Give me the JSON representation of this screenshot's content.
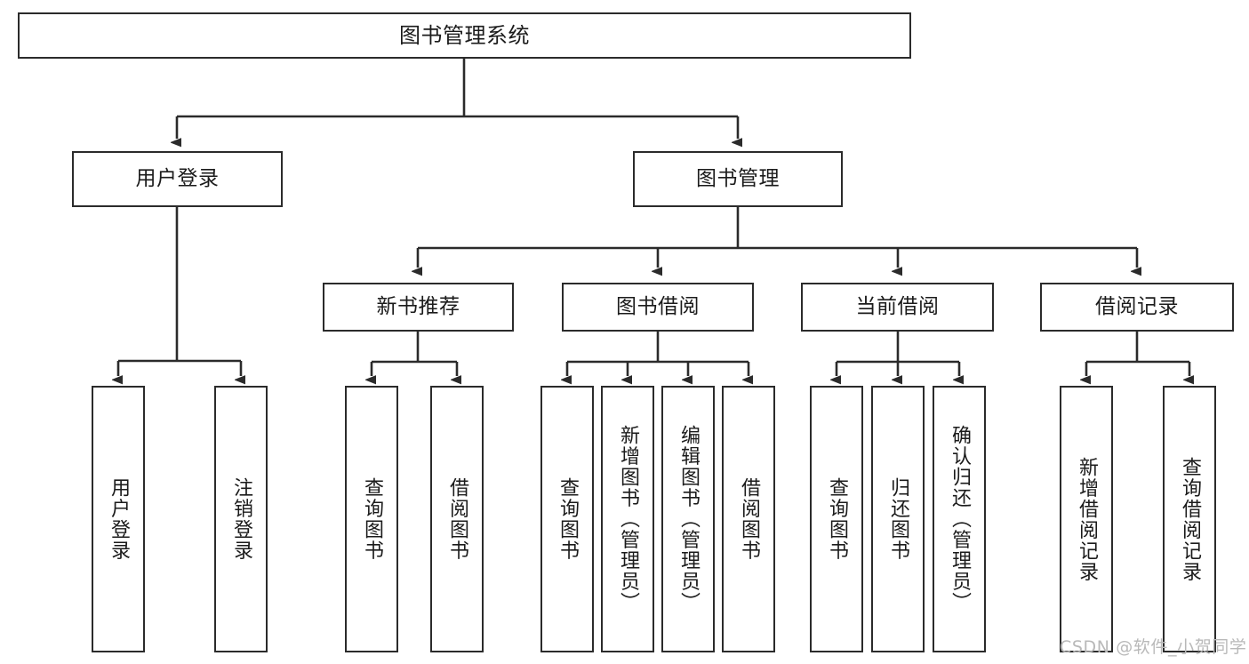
{
  "diagram": {
    "type": "tree",
    "title": "图书管理系统",
    "root": {
      "label": "图书管理系统"
    },
    "level2": [
      {
        "label": "用户登录"
      },
      {
        "label": "图书管理"
      }
    ],
    "level3": [
      {
        "label": "新书推荐"
      },
      {
        "label": "图书借阅"
      },
      {
        "label": "当前借阅"
      },
      {
        "label": "借阅记录"
      }
    ],
    "leaves": {
      "user_login": [
        {
          "label": "用户登录"
        },
        {
          "label": "注销登录"
        }
      ],
      "new_book_recommend": [
        {
          "label": "查询图书"
        },
        {
          "label": "借阅图书"
        }
      ],
      "book_borrow": [
        {
          "label": "查询图书"
        },
        {
          "label": "新增图书（管理员）"
        },
        {
          "label": "编辑图书（管理员）"
        },
        {
          "label": "借阅图书"
        }
      ],
      "current_borrow": [
        {
          "label": "查询图书"
        },
        {
          "label": "归还图书"
        },
        {
          "label": "确认归还（管理员）"
        }
      ],
      "borrow_record": [
        {
          "label": "新增借阅记录"
        },
        {
          "label": "查询借阅记录"
        }
      ]
    }
  },
  "watermark": {
    "text": "CSDN @软件_小贺同学"
  },
  "colors": {
    "border": "#2b2b2b",
    "background": "#ffffff",
    "text": "#1b1b1b",
    "watermark": "#b9b9b9"
  }
}
